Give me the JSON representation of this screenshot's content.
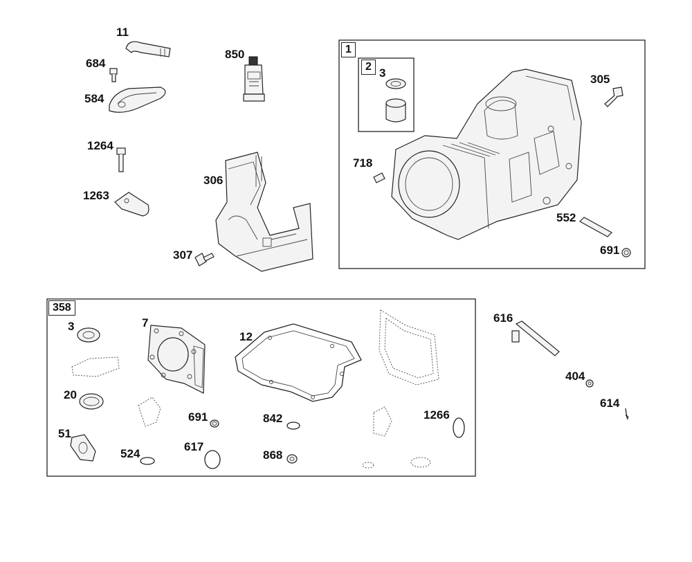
{
  "diagram": {
    "groups": {
      "cylinder_group": "1",
      "sleeve_group": "2",
      "gasket_set": "358"
    },
    "callouts": {
      "breather_tube": "11",
      "screw_684": "684",
      "breather_cover": "584",
      "sealant_tube": "850",
      "screw_1264": "1264",
      "bracket_1263": "1263",
      "air_guide": "306",
      "screw_307": "307",
      "sleeve_bearing": "3",
      "screw_305": "305",
      "dowel_718": "718",
      "pin_552": "552",
      "seal_691_top": "691",
      "kit_seal_3": "3",
      "head_gasket": "7",
      "sump_gasket": "12",
      "oil_seal_20": "20",
      "gasket_51": "51",
      "oring_524": "524",
      "seal_691_kit": "691",
      "oring_617": "617",
      "oring_842": "842",
      "seal_868": "868",
      "oring_1266": "1266",
      "shaft_616": "616",
      "washer_404": "404",
      "pin_614": "614"
    }
  }
}
